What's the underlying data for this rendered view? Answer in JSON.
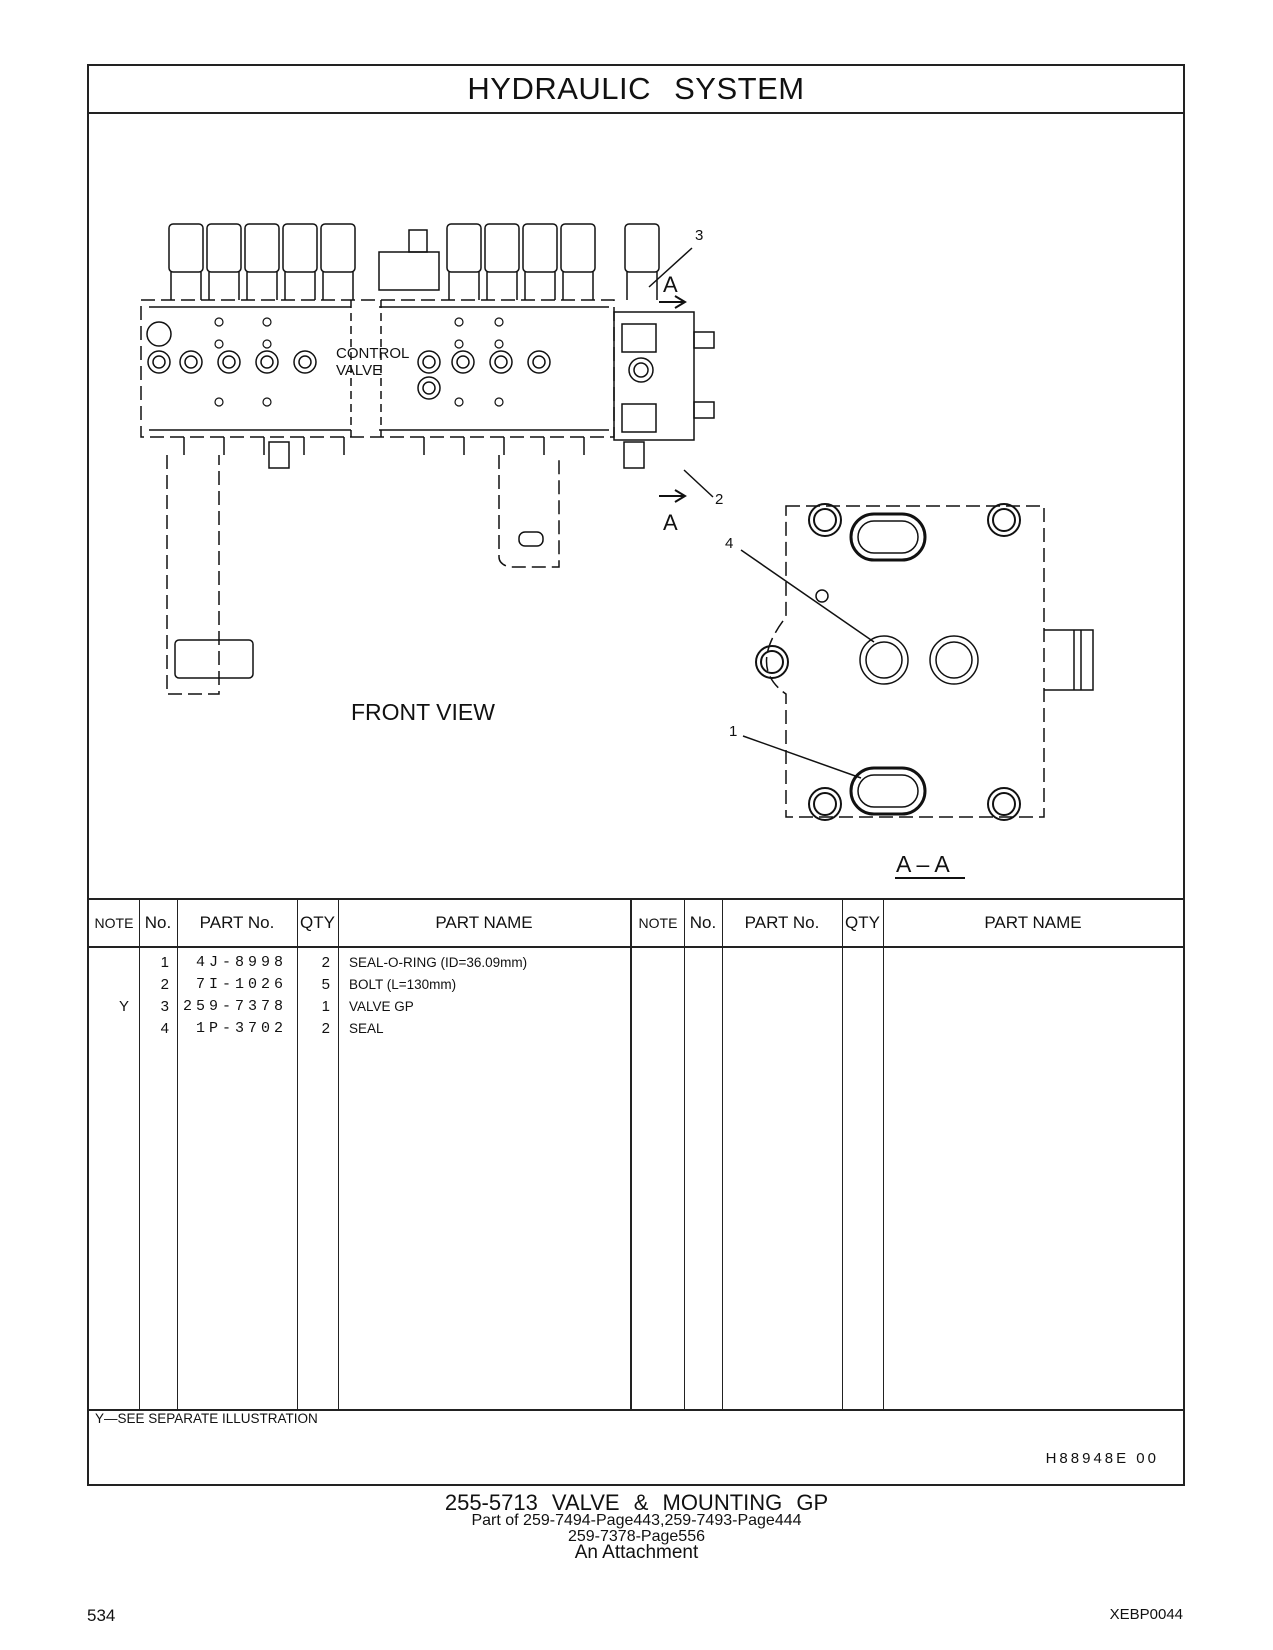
{
  "header": {
    "title": "HYDRAULIC   SYSTEM"
  },
  "drawing": {
    "front_view_label": "FRONT  VIEW",
    "control_valve_label": [
      "CONTROL",
      "VALVE"
    ],
    "section_label": "A – A",
    "section_marker": "A",
    "callouts": [
      "1",
      "2",
      "3",
      "4"
    ]
  },
  "table": {
    "headers": {
      "note": "NOTE",
      "no": "No.",
      "part_no": "PART No.",
      "qty": "QTY",
      "part_name": "PART NAME"
    },
    "rows": [
      {
        "note": "",
        "no": "1",
        "part_no": "4J-8998",
        "qty": "2",
        "part_name": "SEAL-O-RING (ID=36.09mm)"
      },
      {
        "note": "",
        "no": "2",
        "part_no": "7I-1026",
        "qty": "5",
        "part_name": "BOLT (L=130mm)"
      },
      {
        "note": "Y",
        "no": "3",
        "part_no": "259-7378",
        "qty": "1",
        "part_name": "VALVE  GP"
      },
      {
        "note": "",
        "no": "4",
        "part_no": "1P-3702",
        "qty": "2",
        "part_name": "SEAL"
      }
    ]
  },
  "footnote": "Y—SEE  SEPARATE  ILLUSTRATION",
  "drawing_code": "H88948E   00",
  "caption": {
    "line1": "255-5713  VALVE  &  MOUNTING  GP",
    "line2": "Part of 259-7494-Page443,259-7493-Page444",
    "line3": "259-7378-Page556",
    "line4": "An Attachment"
  },
  "page_number": "534",
  "doc_code": "XEBP0044"
}
